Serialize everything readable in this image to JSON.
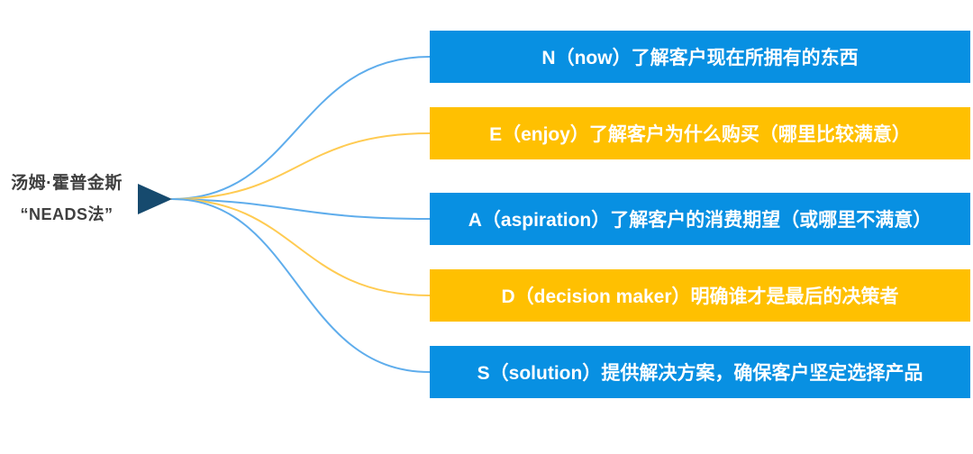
{
  "root": {
    "line1": "汤姆·霍普金斯",
    "line2": "“NEADS法”",
    "node_color": "#164A6E",
    "text_color": "#3F3F3F"
  },
  "colors": {
    "background": "#FFFFFF",
    "branch_blue": "#0890E2",
    "branch_yellow": "#FFC001",
    "curve_blue": "#5FADEC",
    "curve_yellow": "#FFCB52",
    "box_text": "#FFFFFF"
  },
  "branches": [
    {
      "key": "now",
      "label": "N（now）了解客户现在所拥有的东西",
      "box_color": "#0890E2",
      "line_color": "#5FADEC",
      "text_color": "#FFFFFF"
    },
    {
      "key": "enjoy",
      "label": "E（enjoy）了解客户为什么购买（哪里比较满意）",
      "box_color": "#FFC001",
      "line_color": "#FFCB52",
      "text_color": "#FFFFFF"
    },
    {
      "key": "aspiration",
      "label": "A（aspiration）了解客户的消费期望（或哪里不满意）",
      "box_color": "#0890E2",
      "line_color": "#5FADEC",
      "text_color": "#FFFFFF"
    },
    {
      "key": "decision-maker",
      "label": "D（decision maker）明确谁才是最后的决策者",
      "box_color": "#FFC001",
      "line_color": "#FFCB52",
      "text_color": "#FFFFFF"
    },
    {
      "key": "solution",
      "label": "S（solution）提供解决方案，确保客户坚定选择产品",
      "box_color": "#0890E2",
      "line_color": "#5FADEC",
      "text_color": "#FFFFFF"
    }
  ]
}
